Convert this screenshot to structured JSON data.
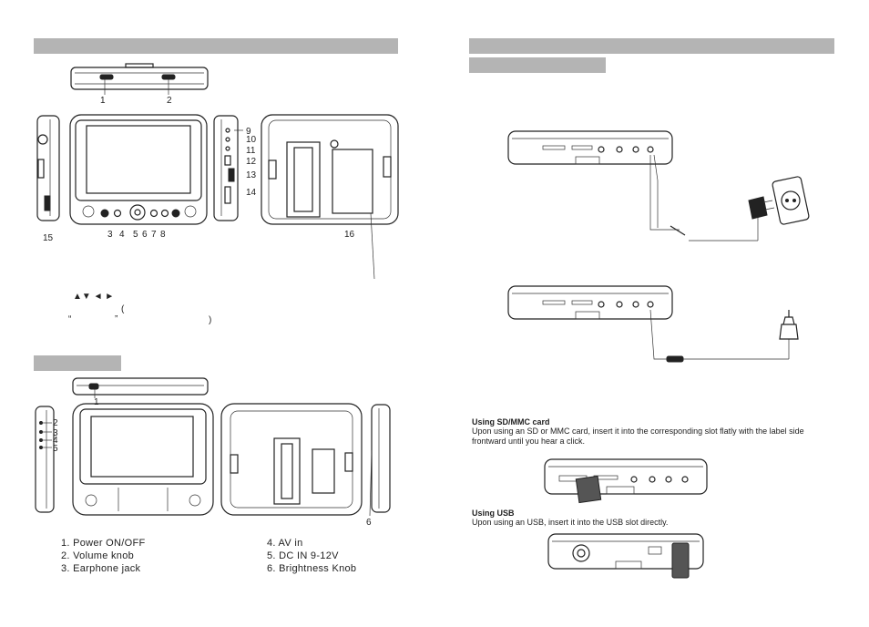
{
  "left": {
    "unit1_callouts": {
      "top": [
        "1",
        "2"
      ],
      "side": [
        "9",
        "10",
        "11",
        "12",
        "13",
        "14"
      ],
      "bottom": [
        "3",
        "4",
        "5",
        "6",
        "7",
        "8"
      ],
      "left": "15",
      "back": "16"
    },
    "fragments": {
      "arrows": "▲▼ ◄ ►",
      "open_paren": "(",
      "open_quote": "“",
      "close_quote": "”",
      "close_paren": ")"
    },
    "unit2_callouts": {
      "top": "1",
      "side": [
        "2",
        "3",
        "4",
        "5"
      ],
      "back": "6"
    },
    "legend_left": [
      "1. Power ON/OFF",
      "2. Volume knob",
      "3. Earphone jack"
    ],
    "legend_right": [
      "4. AV in",
      "5. DC IN 9-12V",
      "6. Brightness Knob"
    ]
  },
  "right": {
    "sd_heading": "Using SD/MMC card",
    "sd_text": "Upon using an SD or MMC card, insert it into the corresponding slot flatly with the label side frontward until you hear a click.",
    "usb_heading": "Using USB",
    "usb_text": "Upon using an USB, insert it into the USB slot directly."
  }
}
